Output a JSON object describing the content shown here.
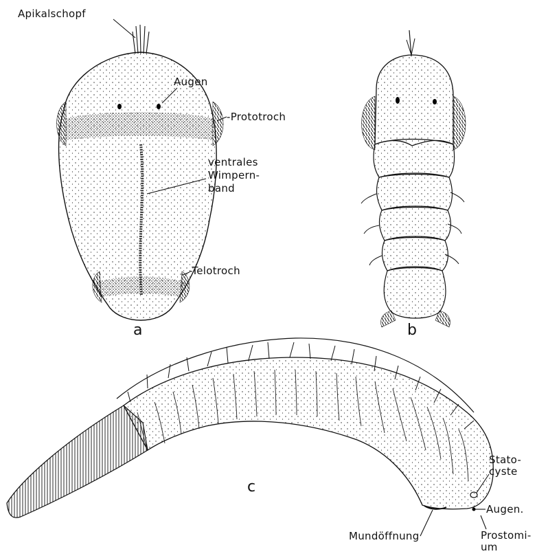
{
  "labels": {
    "apical_tuft": "Apikalschopf",
    "eyes_a": "Augen",
    "prototroch": "-Prototroch",
    "ventral_band_1": "ventrales",
    "ventral_band_2": "Wimpern-",
    "ventral_band_3": "band",
    "telotroch": "-Telotroch",
    "statocyst_1": "Stato-",
    "statocyst_2": "cyste",
    "eyes_c": "Augen.",
    "mouth": "Mundöffnung",
    "prostomium_1": "Prostomi-",
    "prostomium_2": "um"
  },
  "panels": {
    "a": "a",
    "b": "b",
    "c": "c"
  }
}
